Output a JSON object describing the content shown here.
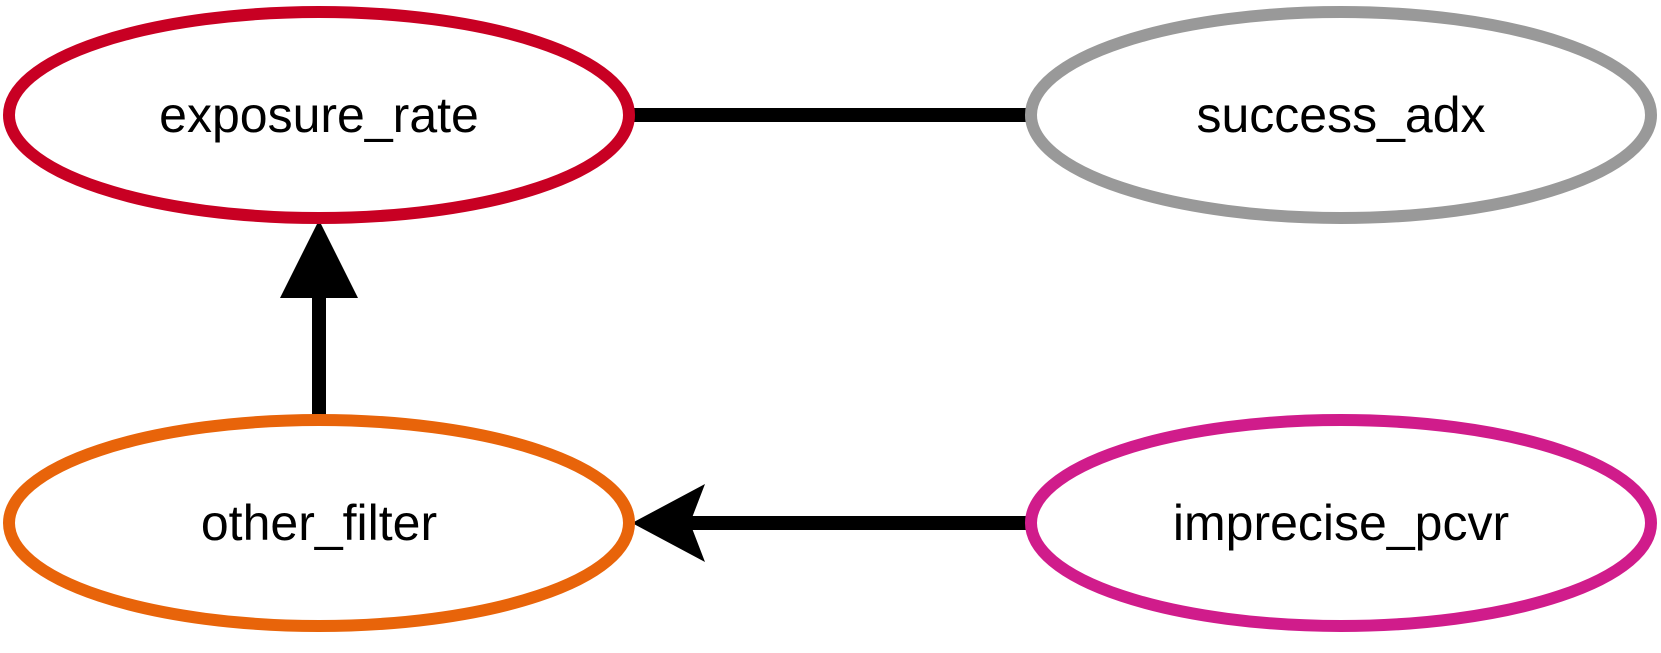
{
  "diagram": {
    "nodes": [
      {
        "id": "exposure_rate",
        "label": "exposure_rate",
        "color": "#c80023"
      },
      {
        "id": "success_adx",
        "label": "success_adx",
        "color": "#999999"
      },
      {
        "id": "other_filter",
        "label": "other_filter",
        "color": "#e8640a"
      },
      {
        "id": "imprecise_pcvr",
        "label": "imprecise_pcvr",
        "color": "#d01c8b"
      }
    ],
    "edges": [
      {
        "from": "exposure_rate",
        "to": "success_adx",
        "directed": false
      },
      {
        "from": "other_filter",
        "to": "exposure_rate",
        "directed": true
      },
      {
        "from": "imprecise_pcvr",
        "to": "other_filter",
        "directed": true
      }
    ],
    "edge_color": "#000000"
  }
}
